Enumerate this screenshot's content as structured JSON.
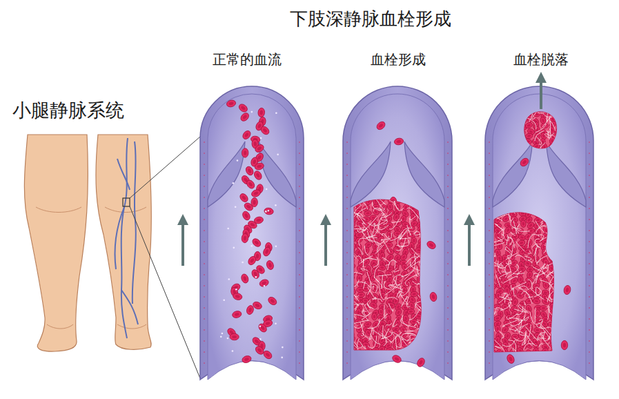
{
  "diagram": {
    "title": "下肢深静脉血栓形成",
    "labels": [
      "小腿静脉系统",
      "正常的血流",
      "血栓形成",
      "血栓脱落"
    ]
  }
}
